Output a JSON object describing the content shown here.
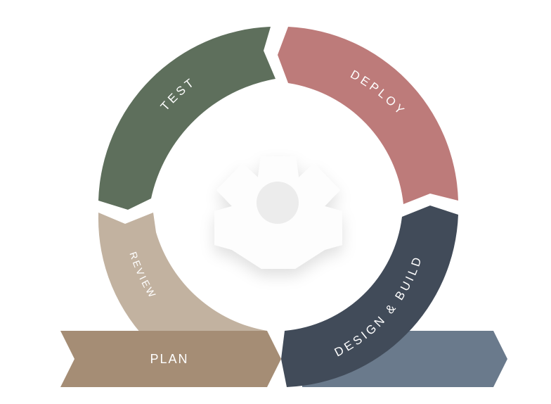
{
  "diagram": {
    "stages": [
      {
        "id": "plan",
        "label": "PLAN",
        "color": "#a58d75"
      },
      {
        "id": "review",
        "label": "REVIEW",
        "color": "#c2b2a0"
      },
      {
        "id": "test",
        "label": "TEST",
        "color": "#5e6f5c"
      },
      {
        "id": "deploy",
        "label": "DEPLOY",
        "color": "#bd7b7a"
      },
      {
        "id": "design",
        "label": "DESIGN & BUILD",
        "color": "#414b59"
      }
    ],
    "exit_arrow_color": "#6a7a8c",
    "center_icon": "gear-icon"
  }
}
